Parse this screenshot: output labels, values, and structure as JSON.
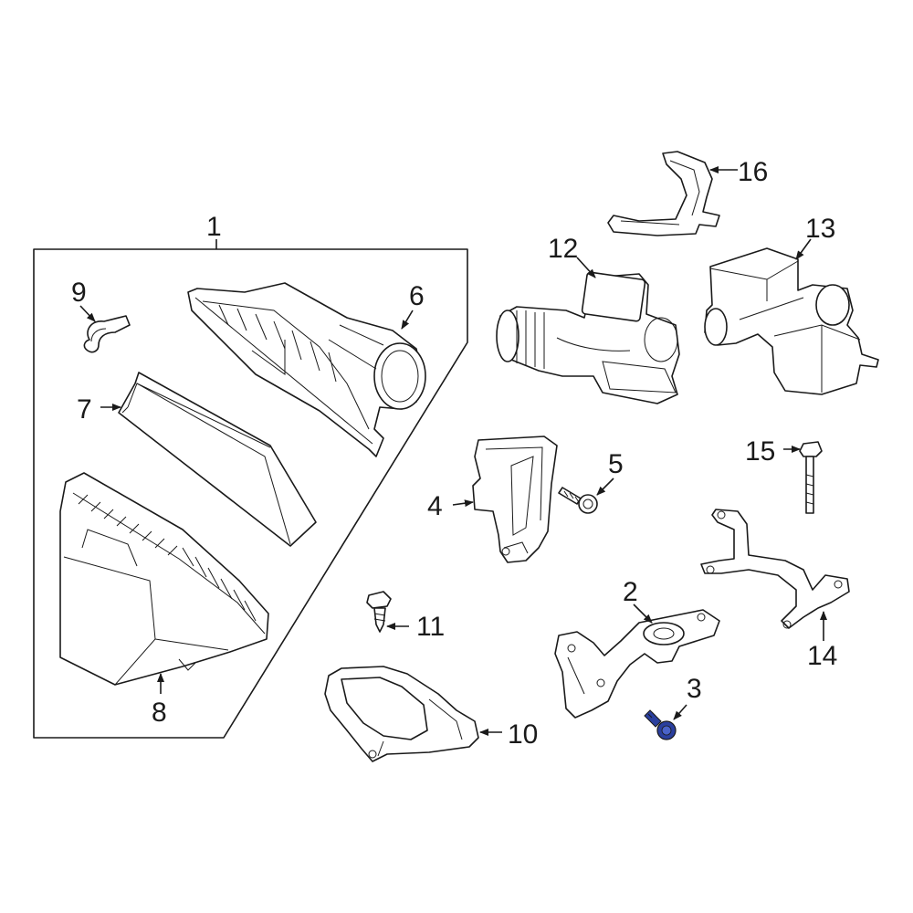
{
  "colors": {
    "line": "#1a1a1a",
    "background": "#ffffff",
    "highlight_part": "#2a3f9e"
  },
  "highlighted_part": "3",
  "callouts": {
    "c1": "1",
    "c2": "2",
    "c3": "3",
    "c4": "4",
    "c5": "5",
    "c6": "6",
    "c7": "7",
    "c8": "8",
    "c9": "9",
    "c10": "10",
    "c11": "11",
    "c12": "12",
    "c13": "13",
    "c14": "14",
    "c15": "15",
    "c16": "16"
  }
}
